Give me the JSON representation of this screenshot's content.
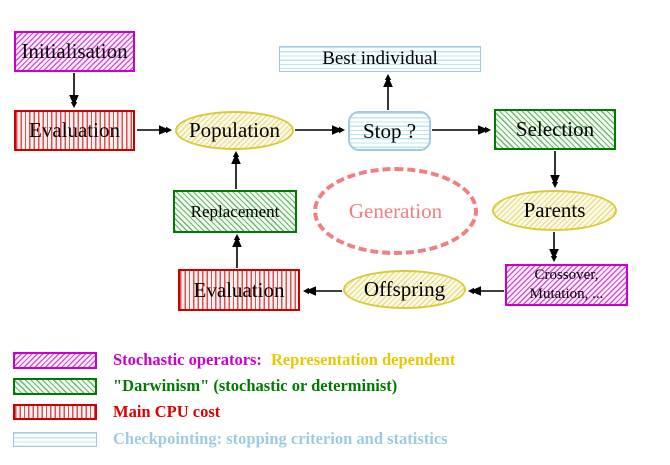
{
  "nodes": {
    "initialisation": {
      "label": "Initialisation",
      "style": "stochastic"
    },
    "evaluation_top": {
      "label": "Evaluation",
      "style": "cpu"
    },
    "population": {
      "label": "Population",
      "style": "operator"
    },
    "best_individual": {
      "label": "Best individual",
      "style": "checkpoint"
    },
    "stop": {
      "label": "Stop ?",
      "style": "checkpoint"
    },
    "selection": {
      "label": "Selection",
      "style": "darwinism"
    },
    "replacement": {
      "label": "Replacement",
      "style": "darwinism"
    },
    "generation": {
      "label": "Generation",
      "style": "dashed-outline"
    },
    "parents": {
      "label": "Parents",
      "style": "operator"
    },
    "evaluation_bottom": {
      "label": "Evaluation",
      "style": "cpu"
    },
    "offspring": {
      "label": "Offspring",
      "style": "operator"
    },
    "crossover": {
      "line1": "Crossover,",
      "line2": "Mutation, ...",
      "style": "stochastic"
    }
  },
  "edges": [
    {
      "from": "initialisation",
      "to": "evaluation_top"
    },
    {
      "from": "evaluation_top",
      "to": "population"
    },
    {
      "from": "population",
      "to": "stop"
    },
    {
      "from": "stop",
      "to": "best_individual"
    },
    {
      "from": "stop",
      "to": "selection"
    },
    {
      "from": "selection",
      "to": "parents"
    },
    {
      "from": "parents",
      "to": "crossover"
    },
    {
      "from": "crossover",
      "to": "offspring"
    },
    {
      "from": "offspring",
      "to": "evaluation_bottom"
    },
    {
      "from": "evaluation_bottom",
      "to": "replacement"
    },
    {
      "from": "replacement",
      "to": "population"
    }
  ],
  "legend": {
    "stochastic": {
      "label": "Stochastic operators:",
      "label_suffix": "Representation dependent"
    },
    "darwinism": {
      "label": "\"Darwinism\" (stochastic or determinist)"
    },
    "cpu": {
      "label": "Main CPU cost"
    },
    "checkpoint": {
      "label": "Checkpointing: stopping criterion and statistics"
    }
  },
  "colors": {
    "stochastic": "#cc00cc",
    "darwinism": "#007a00",
    "cpu": "#cc0000",
    "checkpoint_border": "#a2c8e2",
    "checkpoint_text": "#9fcbe1",
    "operator_border": "#d8cb3a",
    "legend_suffix": "#e8c800",
    "generation": "#f08080",
    "arrow": "#000000",
    "background": "#ffffff"
  }
}
